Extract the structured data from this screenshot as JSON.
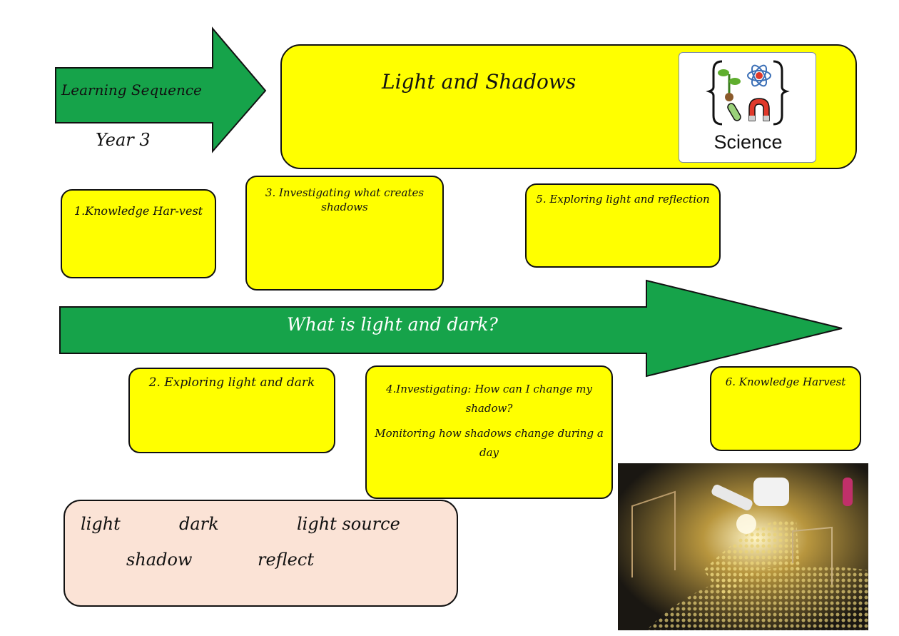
{
  "header": {
    "arrow_label": "Learning Sequence",
    "year": "Year 3",
    "title": "Light and Shadows",
    "logo_label": "Science"
  },
  "lessons": [
    {
      "label": "1.Knowledge Har-vest"
    },
    {
      "label": "2. Exploring light and dark"
    },
    {
      "label": "3. Investigating what creates shadows"
    },
    {
      "label": "4.Investigating:  How can I change my  shadow?",
      "sub": "Monitoring how shadows change during a day"
    },
    {
      "label": "5.  Exploring light and reflection"
    },
    {
      "label": "6.  Knowledge Harvest"
    }
  ],
  "big_arrow": {
    "label": "What is light and dark?"
  },
  "vocabulary": {
    "row1": [
      "light",
      "dark",
      "light source"
    ],
    "row2": [
      "shadow",
      "reflect"
    ]
  },
  "colors": {
    "green": "#16a34a",
    "yellow": "#ffff00",
    "vocab_bg": "#fbe3d6"
  }
}
